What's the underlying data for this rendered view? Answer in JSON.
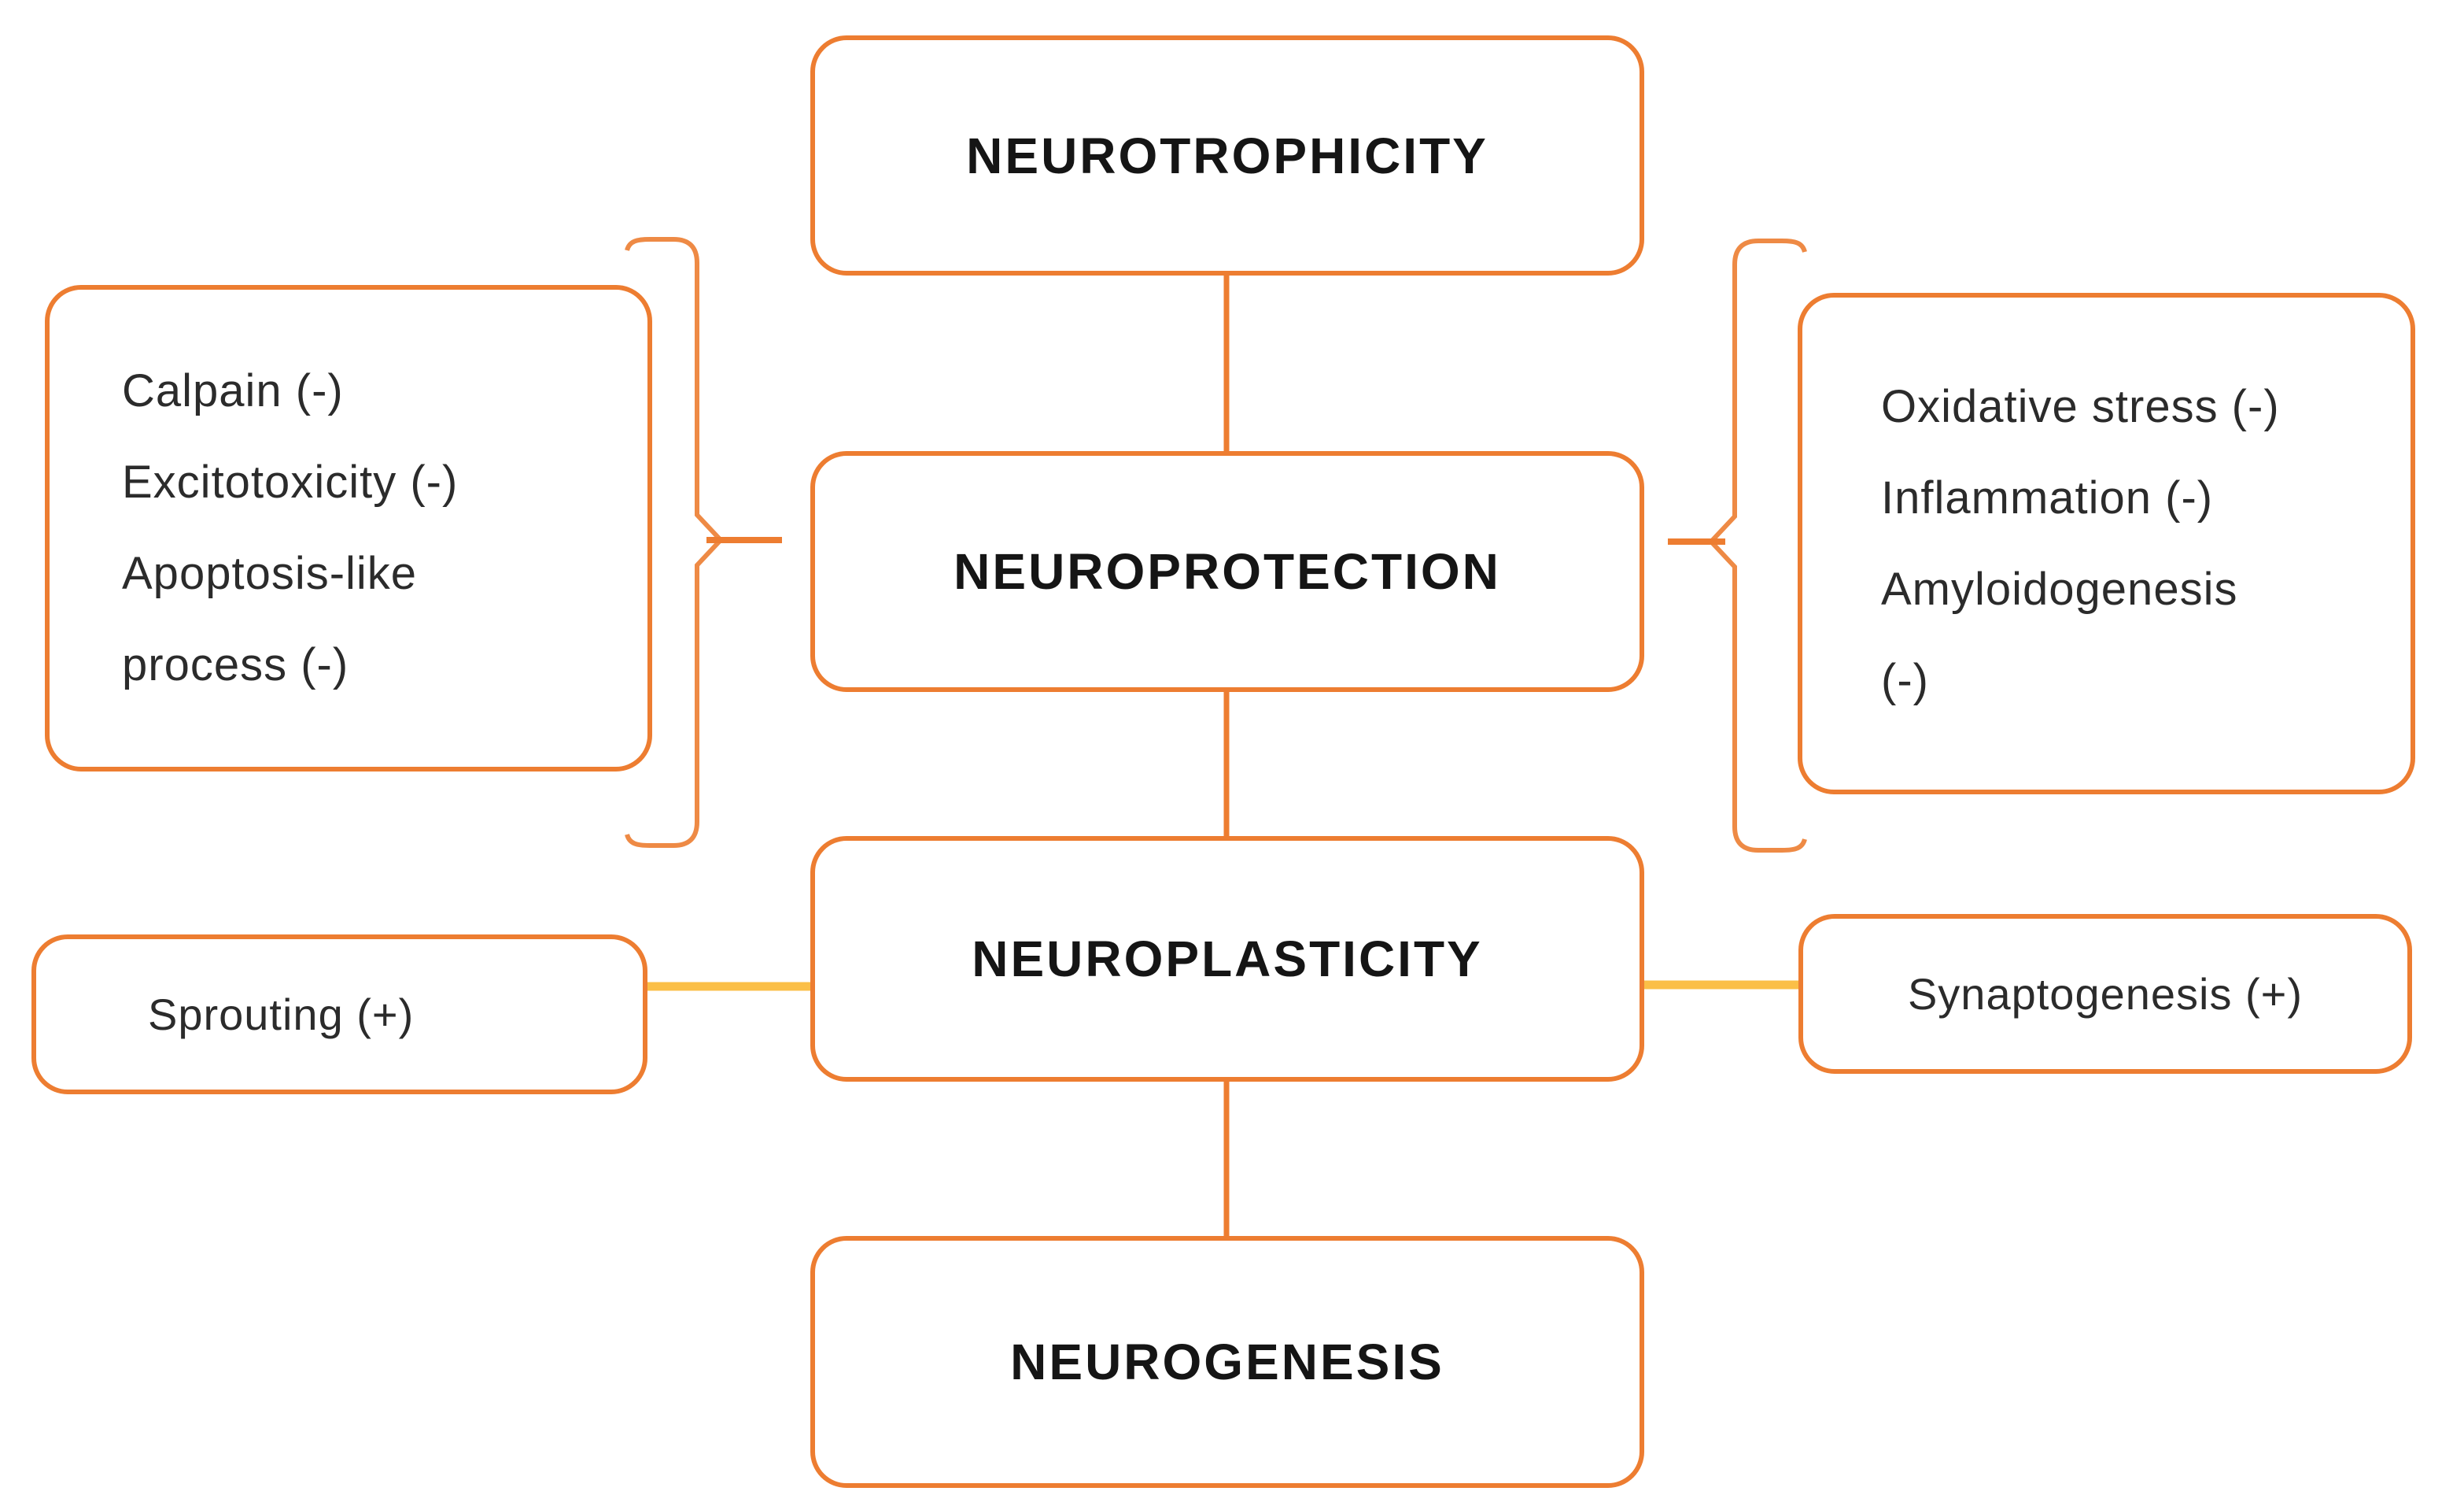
{
  "figure": {
    "center_nodes": [
      {
        "id": "neurotrophicity",
        "label": "NEUROTROPHICITY"
      },
      {
        "id": "neuroprotection",
        "label": "NEUROPROTECTION"
      },
      {
        "id": "neuroplasticity",
        "label": "NEUROPLASTICITY"
      },
      {
        "id": "neurogenesis",
        "label": "NEUROGENESIS"
      }
    ],
    "neuroprotection_left_factors": {
      "lines": [
        "Calpain (-)",
        "Excitotoxicity (-)",
        "Apoptosis-like",
        "process (-)"
      ]
    },
    "neuroprotection_right_factors": {
      "lines": [
        "Oxidative stress (-)",
        "Inflammation (-)",
        "Amyloidogenesis",
        "(-)"
      ]
    },
    "neuroplasticity_left_factor": {
      "label": "Sprouting (+)"
    },
    "neuroplasticity_right_factor": {
      "label": "Synaptogenesis (+)"
    },
    "colors": {
      "box_border": "#ED7D31",
      "brace": "#EE8A45",
      "vertical_connector": "#ED7D31",
      "horizontal_connector": "#FBBF47",
      "center_text": "#151515",
      "side_text": "#2B2B2B",
      "background": "#FFFFFF"
    }
  }
}
